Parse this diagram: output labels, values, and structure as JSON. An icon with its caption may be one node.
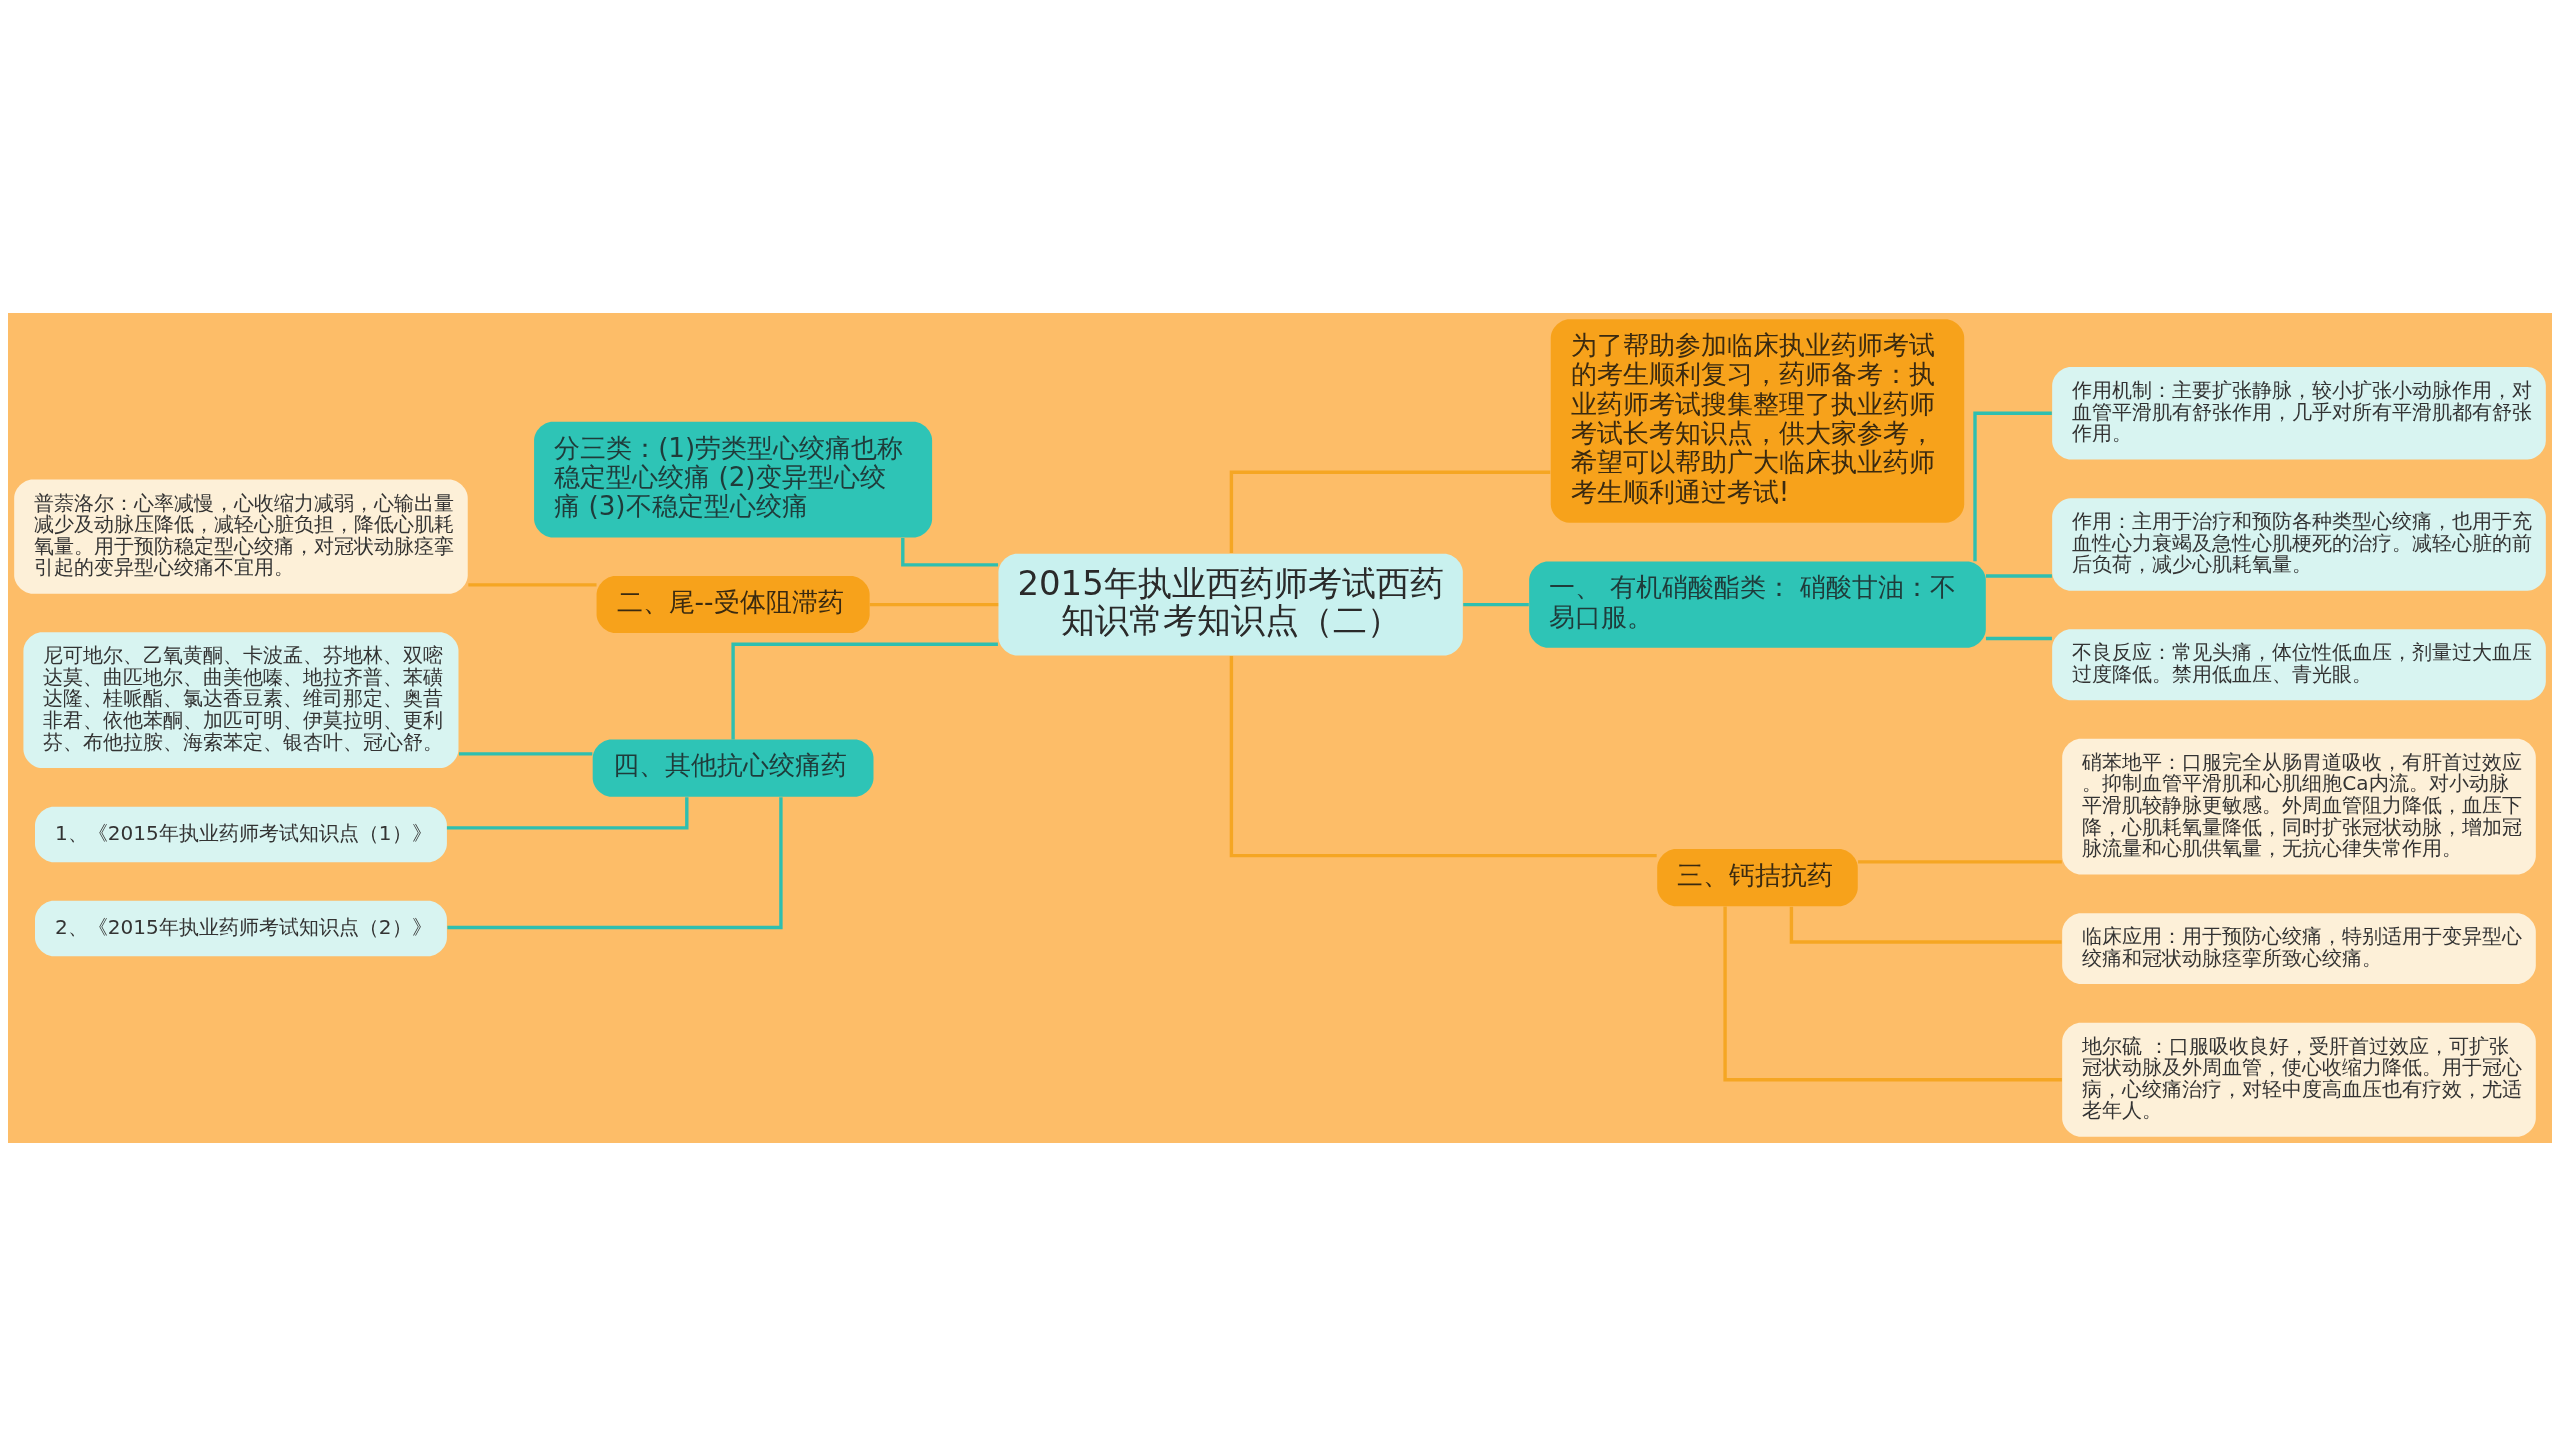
{
  "diagram": {
    "nodes": [
      {
        "text": [
          "2015年执业西药师考试西药知识常考知识点（二）"
        ]
      },
      {
        "text": [
          "分三类：(1)劳类型心绞痛也称稳定型心绞痛 (2)变异型心绞痛 (3)不稳定型心绞痛"
        ]
      },
      {
        "text": [
          "二、尾--受体阻滞药"
        ]
      },
      {
        "text": [
          "普萘洛尔：心率减慢，心收缩力减弱，心输出量减少及动脉压降低，减轻心脏负担，降低心肌耗氧量。用于预防稳定型心绞痛，对冠状动脉痉挛引起的变异型心绞痛不宜用。"
        ]
      },
      {
        "text": [
          "四、其他抗心绞痛药"
        ]
      },
      {
        "text": [
          "尼可地尔、乙氧黄酮、卡波孟、芬地林、双嘧达莫、曲匹地尔、曲美他嗪、地拉齐普、苯磺达隆、桂哌酯、氯达香豆素、维司那定、奥昔非君、依他苯酮、加匹可明、伊莫拉明、更利芬、布他拉胺、海索苯定、银杏叶、冠心舒。"
        ]
      },
      {
        "text": [
          "1、《2015年执业药师考试知识点（1）》"
        ]
      },
      {
        "text": [
          "2、《2015年执业药师考试知识点（2）》"
        ]
      },
      {
        "text": [
          "为了帮助参加临床执业药师考试的考生顺利复习，药师备考：执业药师考试搜集整理了执业药师考试长考知识点，供大家参考，希望可以帮助广大临床执业药师考生顺利通过考试!"
        ]
      },
      {
        "text": [
          "一、 有机硝酸酯类： 硝酸甘油：不易口服。"
        ]
      },
      {
        "text": [
          "作用机制：主要扩张静脉，较小扩张小动脉作用，对血管平滑肌有舒张作用，几乎对所有平滑肌都有舒张作用。"
        ]
      },
      {
        "text": [
          "作用：主用于治疗和预防各种类型心绞痛，也用于充血性心力衰竭及急性心肌梗死的治疗。减轻心脏的前后负荷，减少心肌耗氧量。"
        ]
      },
      {
        "text": [
          "不良反应：常见头痛，体位性低血压，剂量过大血压过度降低。禁用低血压、青光眼。"
        ]
      },
      {
        "text": [
          "三、钙拮抗药"
        ]
      },
      {
        "text": [
          "硝苯地平：口服完全从肠胃道吸收，有肝首过效应。抑制血管平滑肌和心肌细胞Ca内流。对小动脉平滑肌较静脉更敏感。外周血管阻力降低，血压下降，心肌耗氧量降低，同时扩张冠状动脉，增加冠脉流量和心肌供氧量，无抗心律失常作用。"
        ]
      },
      {
        "text": [
          "临床应用：用于预防心绞痛，特别适用于变异型心绞痛和冠状动脉痉挛所致心绞痛。"
        ]
      },
      {
        "text": [
          "地尔硫 ：口服吸收良好，受肝首过效应，可扩张冠状动脉及外周血管，使心收缩力降低。用于冠心病，心绞痛治疗，对轻中度高血压也有疗效，尤适老年人。"
        ]
      }
    ],
    "edges": [
      {
        "from": 0,
        "to": 1,
        "arrow": "none"
      },
      {
        "from": 0,
        "to": 2,
        "arrow": "none",
        "color": "#f5a623"
      },
      {
        "from": 2,
        "to": 3,
        "arrow": "none",
        "color": "#f5a623"
      },
      {
        "from": 0,
        "to": 4,
        "arrow": "none"
      },
      {
        "from": 4,
        "to": 5,
        "arrow": "none"
      },
      {
        "from": 4,
        "to": 6,
        "arrow": "none"
      },
      {
        "from": 4,
        "to": 7,
        "arrow": "none"
      },
      {
        "from": 0,
        "to": 8,
        "arrow": "none",
        "color": "#f5a623"
      },
      {
        "from": 0,
        "to": 9,
        "arrow": "none"
      },
      {
        "from": 9,
        "to": 10,
        "arrow": "none"
      },
      {
        "from": 9,
        "to": 11,
        "arrow": "none"
      },
      {
        "from": 9,
        "to": 12,
        "arrow": "none"
      },
      {
        "from": 0,
        "to": 13,
        "arrow": "none",
        "color": "#f5a623"
      },
      {
        "from": 13,
        "to": 14,
        "arrow": "none",
        "color": "#f5a623"
      },
      {
        "from": 13,
        "to": 15,
        "arrow": "none",
        "color": "#f5a623"
      },
      {
        "from": 13,
        "to": 16,
        "arrow": "none",
        "color": "#f5a623"
      }
    ]
  }
}
